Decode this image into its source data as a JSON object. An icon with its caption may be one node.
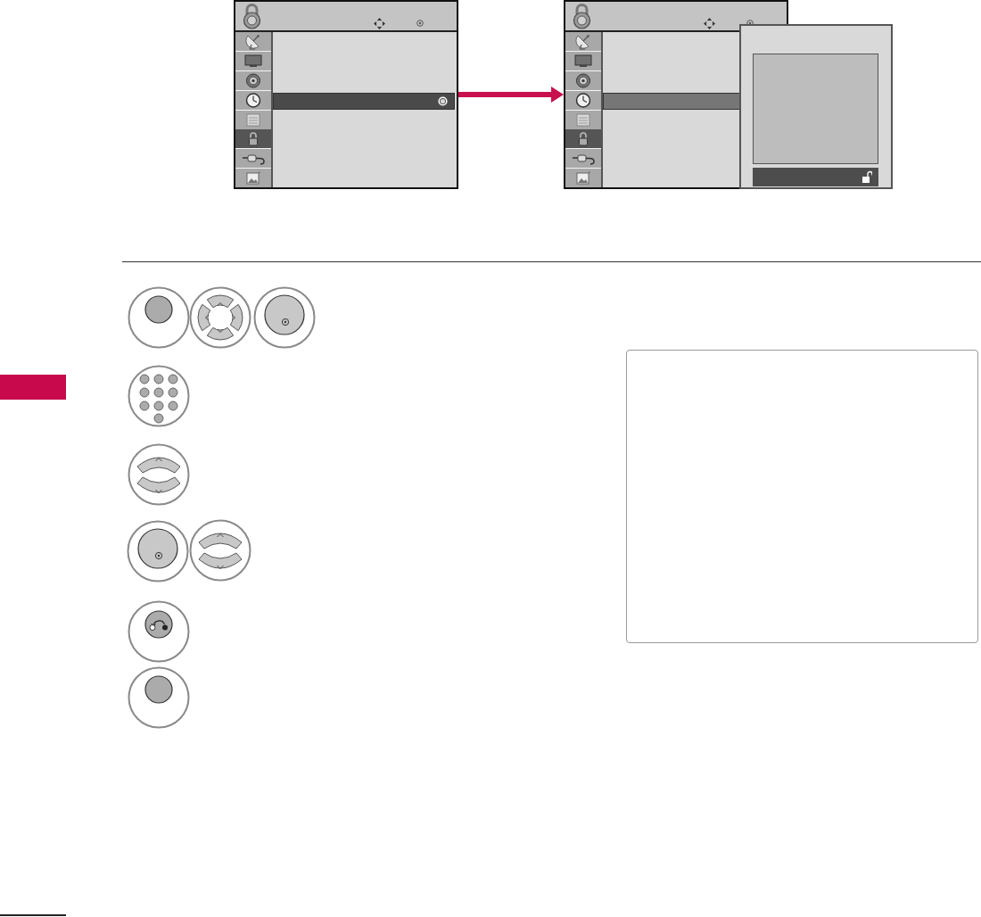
{
  "diagram": {
    "nodes": [
      {
        "text": [],
        "shape": "picture"
      },
      {
        "text": [],
        "shape": "picture"
      },
      {
        "text": [],
        "shape": "bar"
      },
      {
        "text": [],
        "shape": "box"
      }
    ],
    "edges": [
      {
        "from": 0,
        "to": 1,
        "arrow": "to"
      }
    ]
  }
}
